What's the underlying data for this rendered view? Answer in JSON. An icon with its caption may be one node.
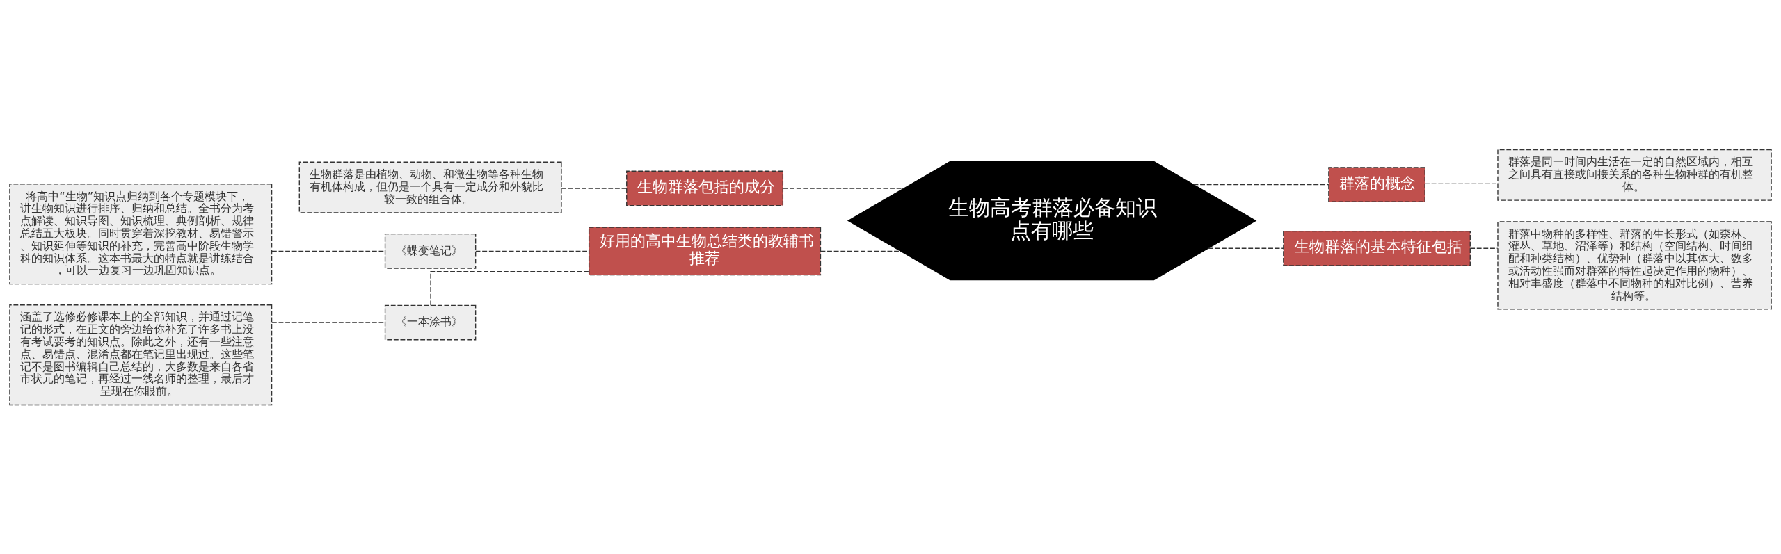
{
  "diagram": {
    "nodes": [
      {
        "text": [
          "生物高考群落必备知识点有哪些"
        ]
      },
      {
        "text": [
          "生物群落包括的成分"
        ]
      },
      {
        "text": [
          "生物群落是由植物、动物、和微生物等各种生物有机体构成，但仍是一个具有一定成分和外貌比较一致的组合体。"
        ]
      },
      {
        "text": [
          "好用的高中生物总结类的教辅书推荐"
        ]
      },
      {
        "text": [
          "《蝶变笔记》"
        ]
      },
      {
        "text": [
          "将高中“生物”知识点归纳到各个专题模块下，讲生物知识进行排序、归纳和总结。全书分为考点解读、知识导图、知识梳理、典例剖析、规律总结五大板块。同时贯穿着深挖教材、易错警示、知识延伸等知识的补充，完善高中阶段生物学科的知识体系。这本书最大的特点就是讲练结合，可以一边复习一边巩固知识点。"
        ]
      },
      {
        "text": [
          "《一本涂书》"
        ]
      },
      {
        "text": [
          "涵盖了选修必修课本上的全部知识，并通过记笔记的形式，在正文的旁边给你补充了许多书上没有考试要考的知识点。除此之外，还有一些注意点、易错点、混淆点都在笔记里出现过。这些笔记不是图书编辑自己总结的，大多数是来自各省市状元的笔记，再经过一线名师的整理，最后才呈现在你眼前。"
        ]
      },
      {
        "text": [
          "群落的概念"
        ]
      },
      {
        "text": [
          "群落是同一时间内生活在一定的自然区域内，相互之间具有直接或间接关系的各种生物种群的有机整体。"
        ]
      },
      {
        "text": [
          "生物群落的基本特征包括"
        ]
      },
      {
        "text": [
          "群落中物种的多样性、群落的生长形式（如森林、灌丛、草地、沼泽等）和结构（空间结构、时间组配和种类结构）、优势种（群落中以其体大、数多或活动性强而对群落的特性起决定作用的物种）、相对丰盛度（群落中不同物种的相对比例）、营养结构等。"
        ]
      }
    ],
    "edges": [
      {
        "from": 0,
        "to": 1,
        "arrow": "none",
        "style": "dashed"
      },
      {
        "from": 1,
        "to": 2,
        "arrow": "none",
        "style": "dashed"
      },
      {
        "from": 0,
        "to": 3,
        "arrow": "none",
        "style": "dashed"
      },
      {
        "from": 3,
        "to": 4,
        "arrow": "none",
        "style": "dashed"
      },
      {
        "from": 4,
        "to": 5,
        "arrow": "none",
        "style": "dashed"
      },
      {
        "from": 3,
        "to": 6,
        "arrow": "none",
        "style": "dashed"
      },
      {
        "from": 6,
        "to": 7,
        "arrow": "none",
        "style": "dashed"
      },
      {
        "from": 0,
        "to": 8,
        "arrow": "none",
        "style": "dashed"
      },
      {
        "from": 8,
        "to": 9,
        "arrow": "none",
        "style": "dashed"
      },
      {
        "from": 0,
        "to": 10,
        "arrow": "none",
        "style": "dashed"
      },
      {
        "from": 10,
        "to": 11,
        "arrow": "none",
        "style": "dashed"
      }
    ]
  }
}
